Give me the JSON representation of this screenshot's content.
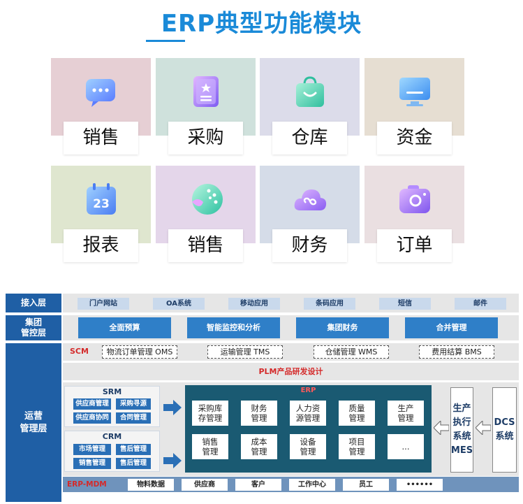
{
  "title": "ERP典型功能模块",
  "cards": [
    {
      "label": "销售",
      "bg": "#e6cfd4",
      "icon": "chat-bubble-icon"
    },
    {
      "label": "采购",
      "bg": "#cfe1dc",
      "icon": "document-badge-icon"
    },
    {
      "label": "仓库",
      "bg": "#dcdcea",
      "icon": "shopping-bag-icon"
    },
    {
      "label": "资金",
      "bg": "#e6ded2",
      "icon": "monitor-icon"
    },
    {
      "label": "报表",
      "bg": "#dfe6cf",
      "icon": "calendar-icon"
    },
    {
      "label": "销售",
      "bg": "#e4d6ea",
      "icon": "palette-icon"
    },
    {
      "label": "财务",
      "bg": "#d5dce8",
      "icon": "cloud-icon"
    },
    {
      "label": "订单",
      "bg": "#eadfe1",
      "icon": "camera-icon"
    }
  ],
  "calendar_day": "23",
  "layers": {
    "access": "接入层",
    "group_control": "集团\n管控层",
    "operations": "运营\n管理层"
  },
  "access_items": [
    "门户网站",
    "OA系统",
    "移动应用",
    "条码应用",
    "短信",
    "邮件"
  ],
  "group_items": [
    "全面预算",
    "智能监控和分析",
    "集团财务",
    "合并管理"
  ],
  "scm": {
    "label": "SCM",
    "items": [
      "物流订单管理 OMS",
      "运输管理 TMS",
      "仓储管理 WMS",
      "费用结算 BMS"
    ]
  },
  "plm": "PLM产品研发设计",
  "srm": {
    "title": "SRM",
    "items": [
      "供应商管理",
      "采购寻源",
      "供应商协同",
      "合同管理"
    ]
  },
  "crm": {
    "title": "CRM",
    "items": [
      "市场管理",
      "售后管理",
      "销售管理",
      "售后管理"
    ]
  },
  "erp": {
    "title": "ERP",
    "items": [
      "采购库\n存管理",
      "财务\n管理",
      "人力资\n源管理",
      "质量\n管理",
      "生产\n管理",
      "销售\n管理",
      "成本\n管理",
      "设备\n管理",
      "项目\n管理",
      "..."
    ]
  },
  "mes": "生产\n执行\n系统\nMES",
  "dcs": "DCS\n系统",
  "mdm": {
    "label": "ERP-MDM",
    "items": [
      "物料数据",
      "供应商",
      "客户",
      "工作中心",
      "员工",
      "••••••"
    ]
  },
  "colors": {
    "title": "#1a8ad8",
    "layer_blue": "#1f5fa5",
    "erp_panel": "#1a5a72",
    "scm_red": "#d42a2a",
    "plm_red": "#d42a2a",
    "mdm_bg": "#6f93bc"
  }
}
